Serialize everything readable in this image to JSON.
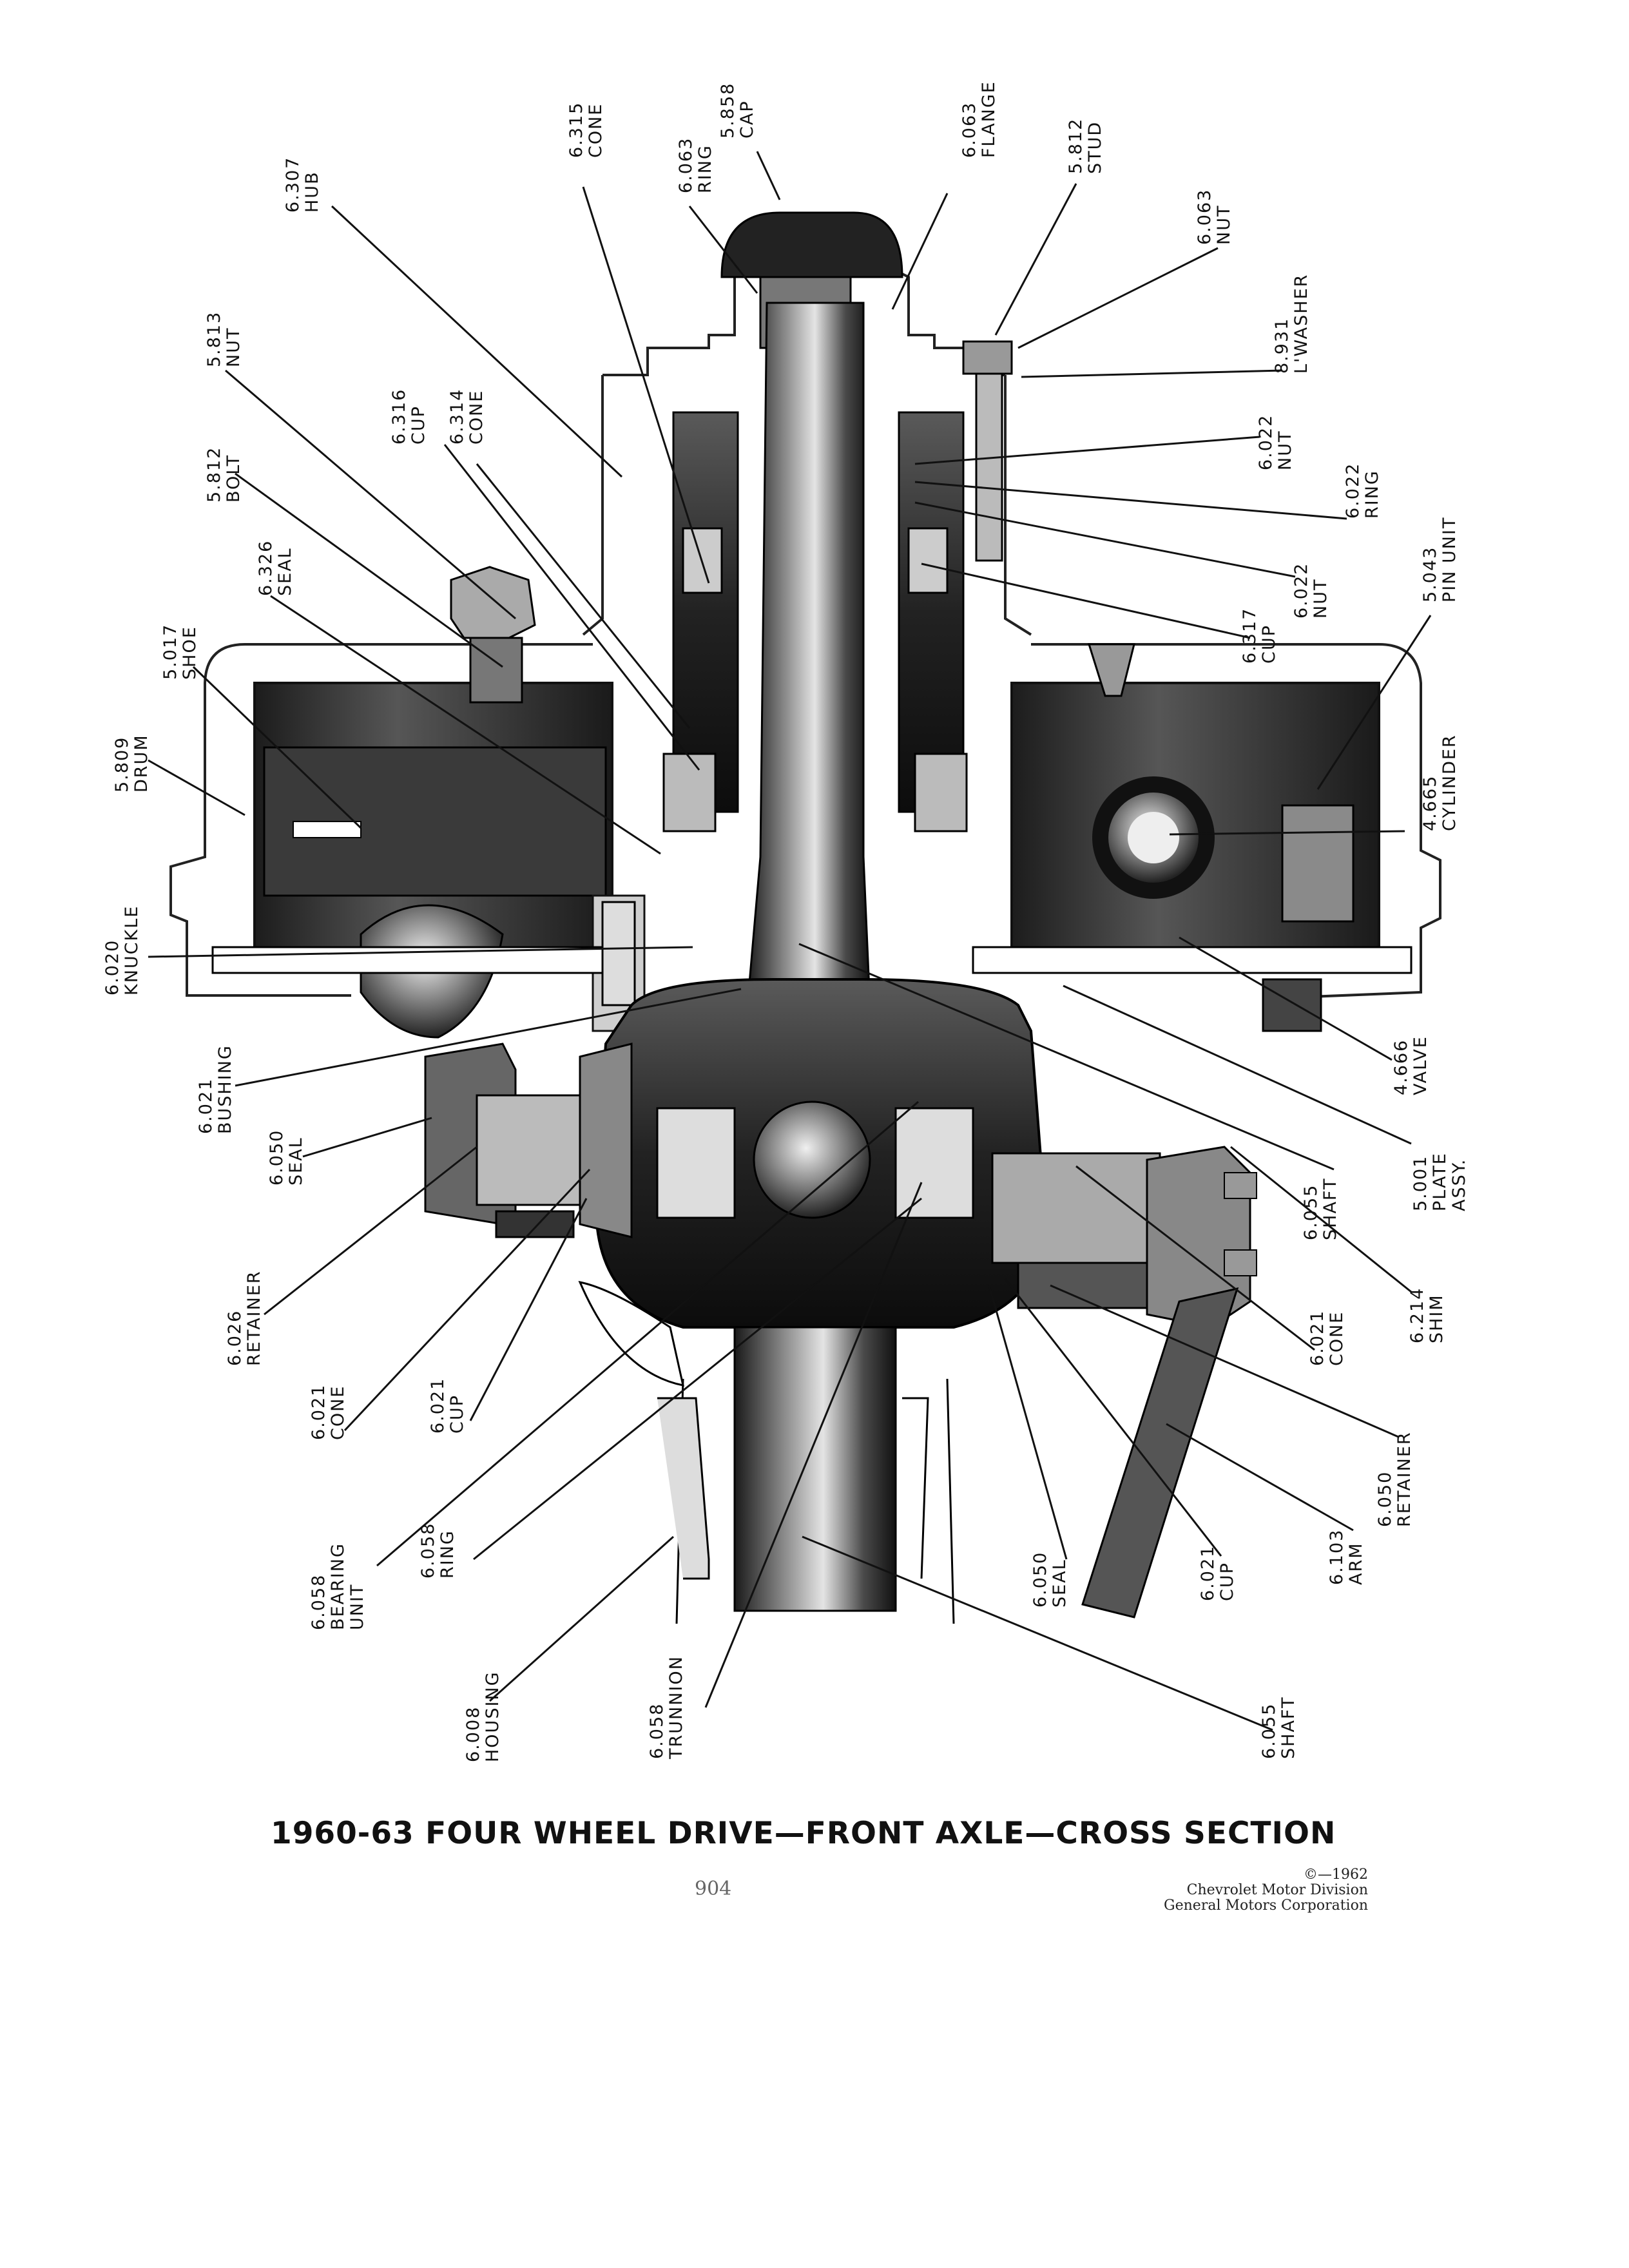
{
  "title": "1960-63 FOUR WHEEL DRIVE—FRONT AXLE—CROSS SECTION",
  "page_number": "904",
  "credit": {
    "copyright": "©—1962",
    "line1": "Chevrolet Motor Division",
    "line2": "General Motors Corporation"
  },
  "labels": [
    {
      "id": "hub-6307",
      "num": "6.307",
      "name": "HUB"
    },
    {
      "id": "cone-6315",
      "num": "6.315",
      "name": "CONE"
    },
    {
      "id": "ring-6063",
      "num": "6.063",
      "name": "RING"
    },
    {
      "id": "cap-5858",
      "num": "5.858",
      "name": "CAP"
    },
    {
      "id": "flange-6063",
      "num": "6.063",
      "name": "FLANGE"
    },
    {
      "id": "stud-5812",
      "num": "5.812",
      "name": "STUD"
    },
    {
      "id": "nut-6063",
      "num": "6.063",
      "name": "NUT"
    },
    {
      "id": "lwasher-8931",
      "num": "8.931",
      "name": "L'WASHER"
    },
    {
      "id": "nut-6022-a",
      "num": "6.022",
      "name": "NUT"
    },
    {
      "id": "ring-6022",
      "num": "6.022",
      "name": "RING"
    },
    {
      "id": "nut-6022-b",
      "num": "6.022",
      "name": "NUT"
    },
    {
      "id": "pinunit-5043",
      "num": "5.043",
      "name": "PIN UNIT"
    },
    {
      "id": "cup-6317",
      "num": "6.317",
      "name": "CUP"
    },
    {
      "id": "cylinder-4665",
      "num": "4.665",
      "name": "CYLINDER"
    },
    {
      "id": "nut-5813",
      "num": "5.813",
      "name": "NUT"
    },
    {
      "id": "cup-6316",
      "num": "6.316",
      "name": "CUP"
    },
    {
      "id": "cone-6314",
      "num": "6.314",
      "name": "CONE"
    },
    {
      "id": "bolt-5812",
      "num": "5.812",
      "name": "BOLT"
    },
    {
      "id": "seal-6326",
      "num": "6.326",
      "name": "SEAL"
    },
    {
      "id": "shoe-5017",
      "num": "5.017",
      "name": "SHOE"
    },
    {
      "id": "drum-5809",
      "num": "5.809",
      "name": "DRUM"
    },
    {
      "id": "knuckle-6020",
      "num": "6.020",
      "name": "KNUCKLE"
    },
    {
      "id": "bushing-6021",
      "num": "6.021",
      "name": "BUSHING"
    },
    {
      "id": "seal-6050-a",
      "num": "6.050",
      "name": "SEAL"
    },
    {
      "id": "retainer-6026",
      "num": "6.026",
      "name": "RETAINER"
    },
    {
      "id": "cone-6021-a",
      "num": "6.021",
      "name": "CONE"
    },
    {
      "id": "cup-6021-a",
      "num": "6.021",
      "name": "CUP"
    },
    {
      "id": "bearingunit-6058",
      "num": "6.058",
      "name": "BEARING",
      "name2": "UNIT"
    },
    {
      "id": "ring-6058",
      "num": "6.058",
      "name": "RING"
    },
    {
      "id": "housing-6008",
      "num": "6.008",
      "name": "HOUSING"
    },
    {
      "id": "trunnion-6058",
      "num": "6.058",
      "name": "TRUNNION"
    },
    {
      "id": "valve-4666",
      "num": "4.666",
      "name": "VALVE"
    },
    {
      "id": "plate-5001",
      "num": "5.001",
      "name": "PLATE",
      "name2": "ASSY."
    },
    {
      "id": "shaft-6055-a",
      "num": "6.055",
      "name": "SHAFT"
    },
    {
      "id": "shim-6214",
      "num": "6.214",
      "name": "SHIM"
    },
    {
      "id": "cone-6021-b",
      "num": "6.021",
      "name": "CONE"
    },
    {
      "id": "retainer-6050",
      "num": "6.050",
      "name": "RETAINER"
    },
    {
      "id": "arm-6103",
      "num": "6.103",
      "name": "ARM"
    },
    {
      "id": "cup-6021-b",
      "num": "6.021",
      "name": "CUP"
    },
    {
      "id": "seal-6050-b",
      "num": "6.050",
      "name": "SEAL"
    },
    {
      "id": "shaft-6055-b",
      "num": "6.055",
      "name": "SHAFT"
    }
  ]
}
